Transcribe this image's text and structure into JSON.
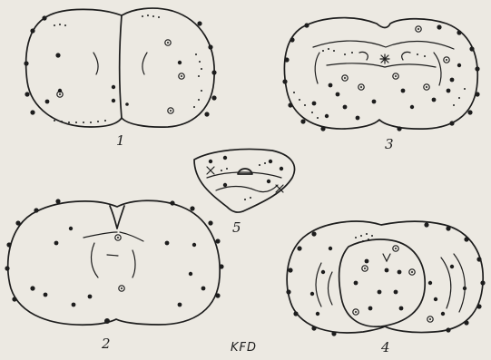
{
  "figures": [
    {
      "id": "fig-1",
      "label": "1"
    },
    {
      "id": "fig-2",
      "label": "2"
    },
    {
      "id": "fig-3",
      "label": "3"
    },
    {
      "id": "fig-4",
      "label": "4"
    },
    {
      "id": "fig-5",
      "label": "5"
    }
  ],
  "credit": "KFD"
}
